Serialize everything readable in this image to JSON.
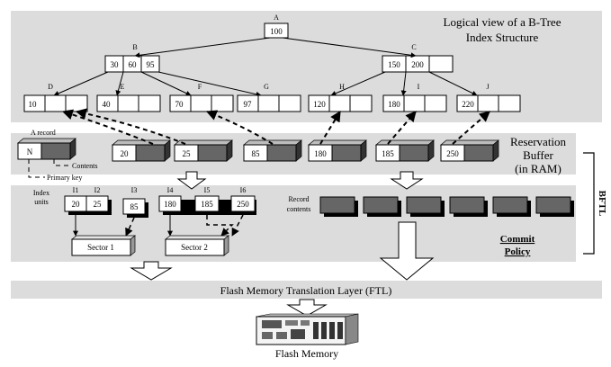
{
  "diagram": {
    "title_line1": "Logical view of a B-Tree",
    "title_line2": "Index Structure",
    "nodes": {
      "A": {
        "label": "A",
        "keys": [
          "100"
        ]
      },
      "B": {
        "label": "B",
        "keys": [
          "30",
          "60",
          "95"
        ]
      },
      "C": {
        "label": "C",
        "keys": [
          "150",
          "200",
          ""
        ]
      },
      "D": {
        "label": "D",
        "keys": [
          "10",
          "",
          ""
        ]
      },
      "E": {
        "label": "E",
        "keys": [
          "40",
          "",
          ""
        ]
      },
      "F": {
        "label": "F",
        "keys": [
          "70",
          "",
          ""
        ]
      },
      "G": {
        "label": "G",
        "keys": [
          "97",
          "",
          ""
        ]
      },
      "H": {
        "label": "H",
        "keys": [
          "120",
          "",
          ""
        ]
      },
      "I": {
        "label": "I",
        "keys": [
          "180",
          "",
          ""
        ]
      },
      "J": {
        "label": "J",
        "keys": [
          "220",
          "",
          ""
        ]
      }
    },
    "reservation": {
      "title1": "Reservation",
      "title2": "Buffer",
      "title3": "(in RAM)",
      "record_label": "A record",
      "record_key": "N",
      "contents_label": "Contents",
      "primary_key_label": "Primary key",
      "records": [
        "20",
        "25",
        "85",
        "180",
        "185",
        "250"
      ]
    },
    "bftl_label": "BFTL",
    "index_units": {
      "label1": "Index",
      "label2": "units",
      "ids": [
        "I1",
        "I2",
        "I3",
        "I4",
        "I5",
        "I6"
      ],
      "values": [
        "20",
        "25",
        "85",
        "180",
        "185",
        "250"
      ]
    },
    "record_contents_label1": "Record",
    "record_contents_label2": "contents",
    "sectors": [
      "Sector 1",
      "Sector 2"
    ],
    "commit1": "Commit",
    "commit2": "Policy",
    "ftl_label": "Flash Memory Translation Layer (FTL)",
    "flash_label": "Flash Memory"
  }
}
